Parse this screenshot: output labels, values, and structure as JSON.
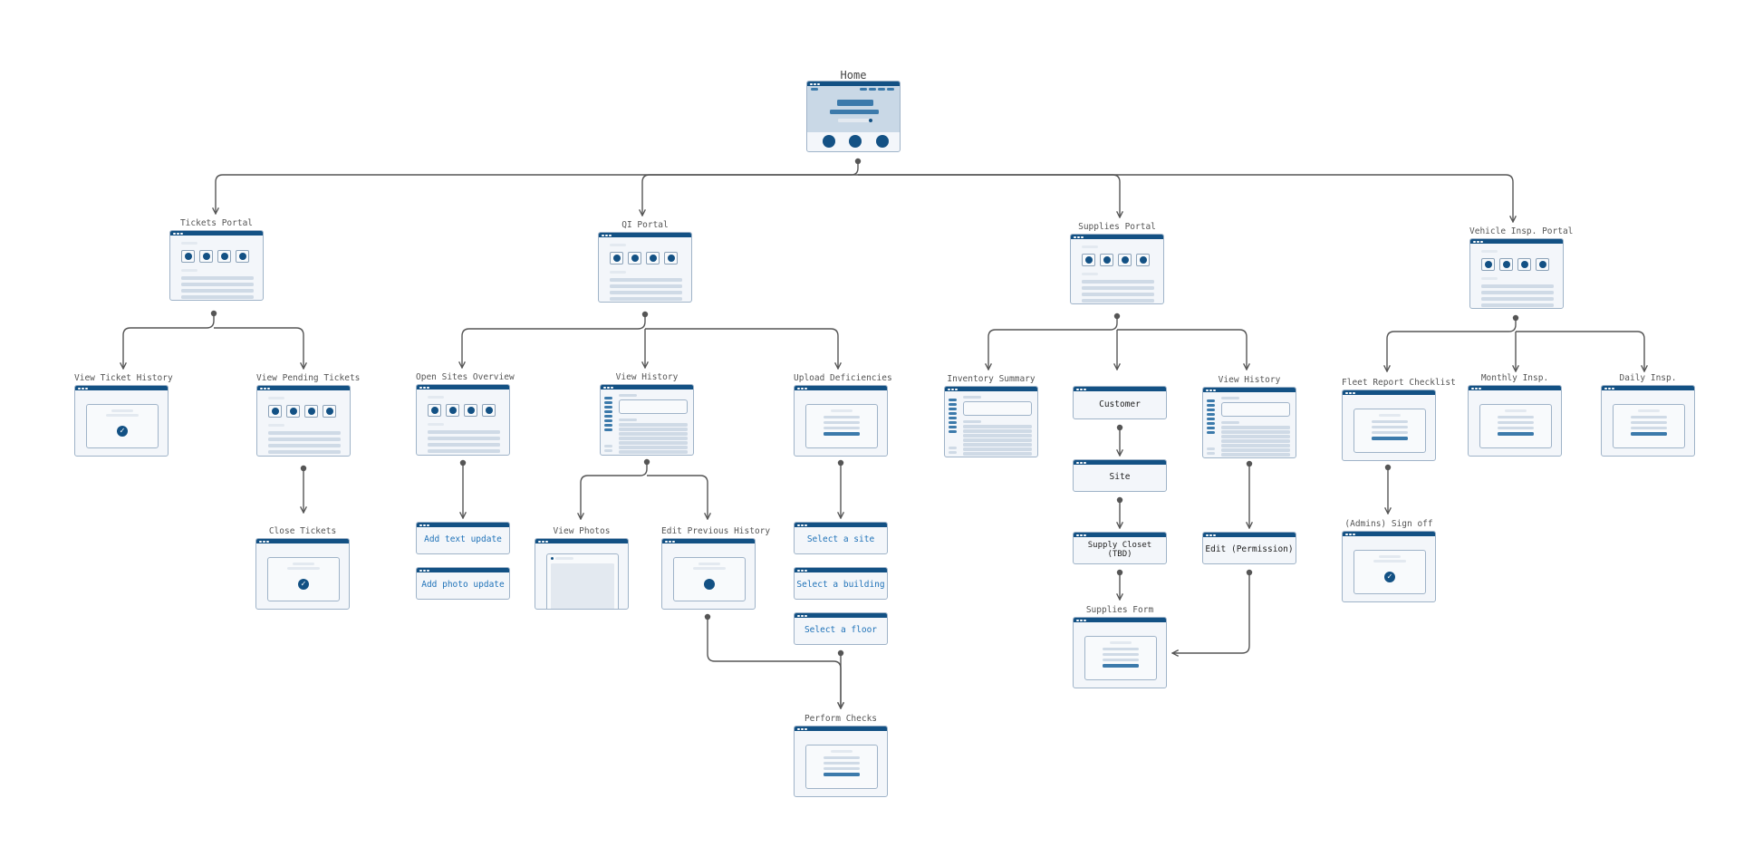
{
  "diagram": {
    "colors": {
      "window_bar": "#135184",
      "window_border": "#9fb3c8",
      "window_fill": "#f3f6fa",
      "connector": "#555555",
      "link_text": "#1f72b8"
    },
    "nodes": {
      "home": {
        "label": "Home"
      },
      "tickets_portal": {
        "label": "Tickets Portal"
      },
      "qi_portal": {
        "label": "QI Portal"
      },
      "supplies_portal": {
        "label": "Supplies Portal"
      },
      "vehicle_portal": {
        "label": "Vehicle Insp. Portal"
      },
      "view_ticket_history": {
        "label": "View Ticket History"
      },
      "view_pending_tickets": {
        "label": "View Pending Tickets"
      },
      "close_tickets": {
        "label": "Close Tickets"
      },
      "open_sites_overview": {
        "label": "Open Sites Overview"
      },
      "qi_view_history": {
        "label": "View History"
      },
      "upload_deficiencies": {
        "label": "Upload Deficiencies"
      },
      "add_text_update": {
        "label": "Add text update"
      },
      "add_photo_update": {
        "label": "Add photo update"
      },
      "view_photos": {
        "label": "View Photos"
      },
      "edit_previous_history": {
        "label": "Edit Previous History"
      },
      "select_site": {
        "label": "Select a site"
      },
      "select_building": {
        "label": "Select a building"
      },
      "select_floor": {
        "label": "Select a floor"
      },
      "perform_checks": {
        "label": "Perform Checks"
      },
      "inventory_summary": {
        "label": "Inventory Summary"
      },
      "customer": {
        "label": "Customer"
      },
      "site": {
        "label": "Site"
      },
      "supply_closet": {
        "label": "Supply Closet (TBD)"
      },
      "supplies_form": {
        "label": "Supplies Form"
      },
      "supplies_view_history": {
        "label": "View History"
      },
      "edit_permission": {
        "label": "Edit (Permission)"
      },
      "fleet_report_checklist": {
        "label": "Fleet Report Checklist"
      },
      "admins_sign_off": {
        "label": "(Admins) Sign off"
      },
      "monthly_insp": {
        "label": "Monthly Insp."
      },
      "daily_insp": {
        "label": "Daily Insp."
      }
    }
  }
}
